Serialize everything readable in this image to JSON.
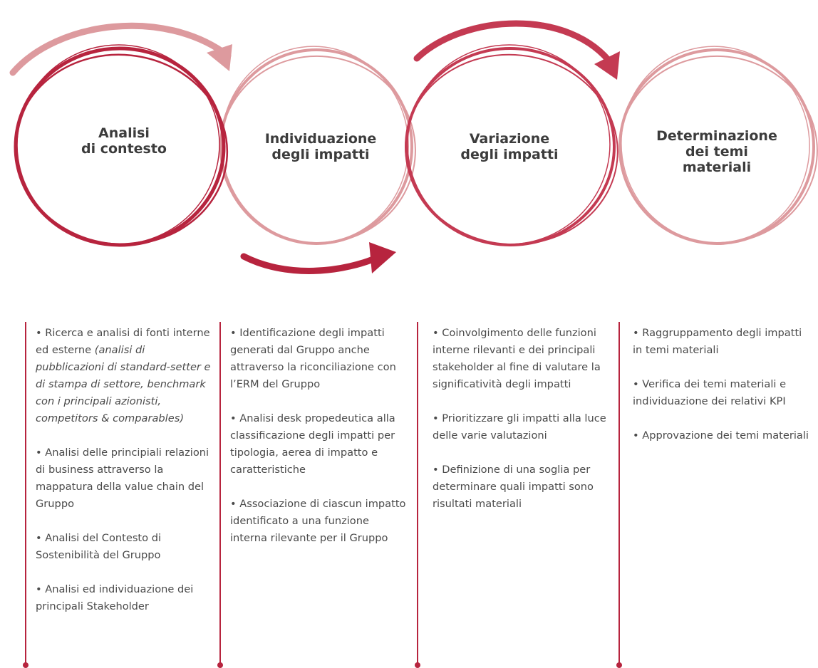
{
  "colors": {
    "dark_crimson": "#b7243e",
    "crimson": "#c43a52",
    "light_rose": "#dd9a9e",
    "text": "#4a4a4a",
    "title": "#3c3c3c"
  },
  "stages": [
    {
      "title_lines": [
        "Analisi",
        "di contesto"
      ],
      "circle_color": "dark_crimson"
    },
    {
      "title_lines": [
        "Individuazione",
        "degli impatti"
      ],
      "circle_color": "light_rose"
    },
    {
      "title_lines": [
        "Variazione",
        "degli impatti"
      ],
      "circle_color": "crimson"
    },
    {
      "title_lines": [
        "Determinazione",
        "dei temi",
        "materiali"
      ],
      "circle_color": "light_rose"
    }
  ],
  "columns": [
    {
      "items": [
        {
          "text": "• Ricerca e analisi di fonti interne ed esterne ",
          "italic": "(analisi di pubblicazioni di standard-setter e di stampa di settore, benchmark con i principali azionisti, competitors & comparables)"
        },
        {
          "text": "• Analisi delle principiali relazioni di business attraverso la mappatura della value chain del Gruppo",
          "italic": ""
        },
        {
          "text": "• Analisi del Contesto di Sostenibilità del Gruppo",
          "italic": ""
        },
        {
          "text": "• Analisi ed individuazione dei principali Stakeholder",
          "italic": ""
        }
      ]
    },
    {
      "items": [
        {
          "text": "• Identificazione degli impatti generati dal Gruppo anche attraverso la riconciliazione con l’ERM del Gruppo",
          "italic": ""
        },
        {
          "text": "• Analisi desk propedeutica alla classificazione degli impatti per tipologia, aerea di impatto e caratteristiche",
          "italic": ""
        },
        {
          "text": "• Associazione di ciascun impatto identificato a una funzione interna rilevante per il Gruppo",
          "italic": ""
        }
      ]
    },
    {
      "items": [
        {
          "text": "• Coinvolgimento delle funzioni interne rilevanti e dei principali stakeholder al fine di valutare la significatività degli impatti",
          "italic": ""
        },
        {
          "text": "• Prioritizzare gli impatti alla luce delle varie valutazioni",
          "italic": ""
        },
        {
          "text": "• Definizione di una soglia per determinare quali impatti sono  risultati materiali",
          "italic": ""
        }
      ]
    },
    {
      "items": [
        {
          "text": "• Raggruppamento degli impatti in temi materiali",
          "italic": ""
        },
        {
          "text": "• Verifica dei temi materiali e individuazione dei relativi KPI",
          "italic": ""
        },
        {
          "text": "• Approvazione dei temi materiali",
          "italic": ""
        }
      ]
    }
  ]
}
